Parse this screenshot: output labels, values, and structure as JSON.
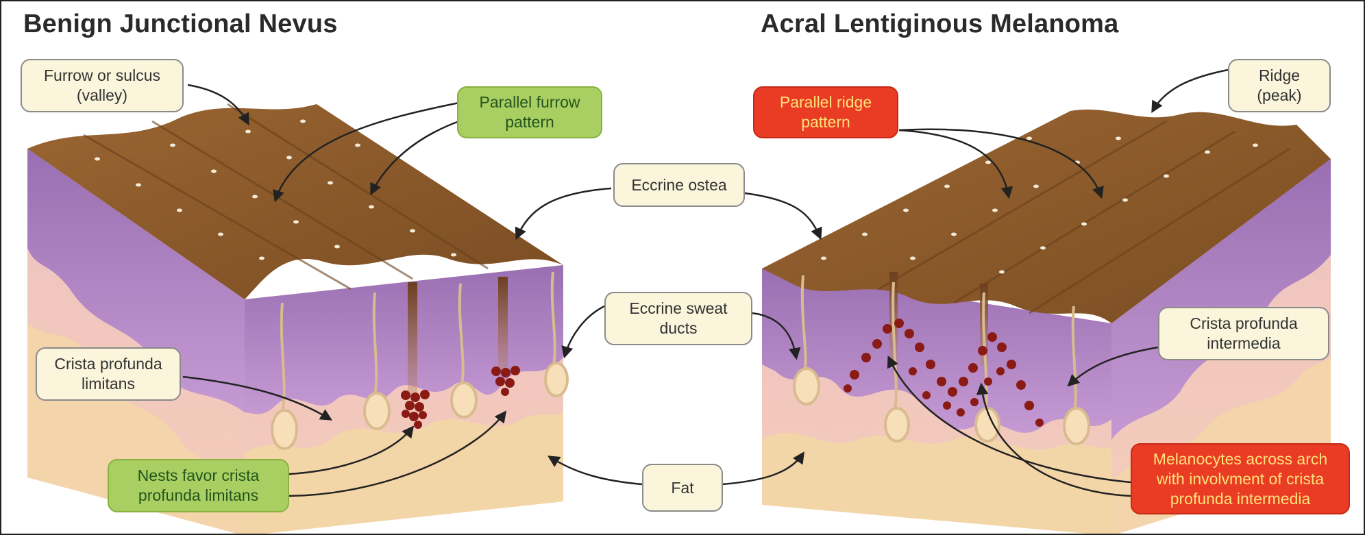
{
  "titles": {
    "left": "Benign Junctional Nevus",
    "right": "Acral Lentiginous Melanoma"
  },
  "labels": {
    "furrow": "Furrow or sulcus\n(valley)",
    "parallel_furrow": "Parallel furrow\npattern",
    "parallel_ridge": "Parallel ridge\npattern",
    "ridge": "Ridge\n(peak)",
    "eccrine_ostea": "Eccrine ostea",
    "eccrine_sweat": "Eccrine sweat\nducts",
    "crista_limitans": "Crista profunda\nlimitans",
    "crista_intermedia": "Crista profunda\nintermedia",
    "nests": "Nests favor crista\nprofunda limitans",
    "fat": "Fat",
    "melanocytes": "Melanocytes across arch\nwith involvment of crista\nprofunda intermedia"
  },
  "colors": {
    "callout_cream": "#fbf5dc",
    "callout_green": "#a9cf62",
    "callout_red": "#ea3b24",
    "stratum_corneum": "#8a5a2b",
    "epidermis": "#b58ac4",
    "dermis": "#f1c4c0",
    "fat": "#f3d6a8",
    "melanocyte_nest": "#8a1a14"
  }
}
